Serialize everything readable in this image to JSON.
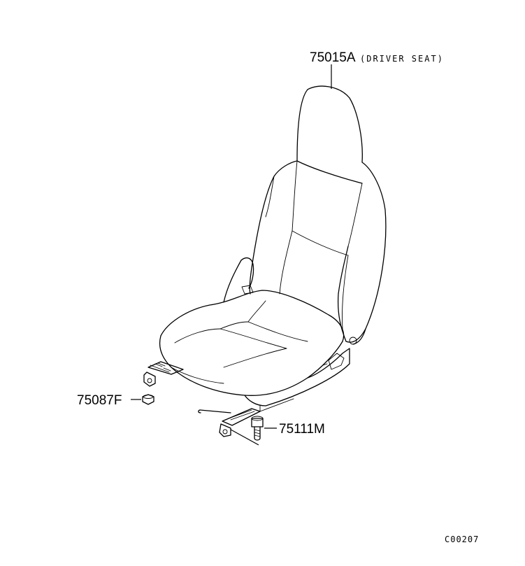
{
  "labels": {
    "driver_seat_part": "75015A",
    "driver_seat_note": "(DRIVER SEAT)",
    "nut_part": "75087F",
    "bolt_part": "75111M",
    "figure_code": "C00207"
  }
}
